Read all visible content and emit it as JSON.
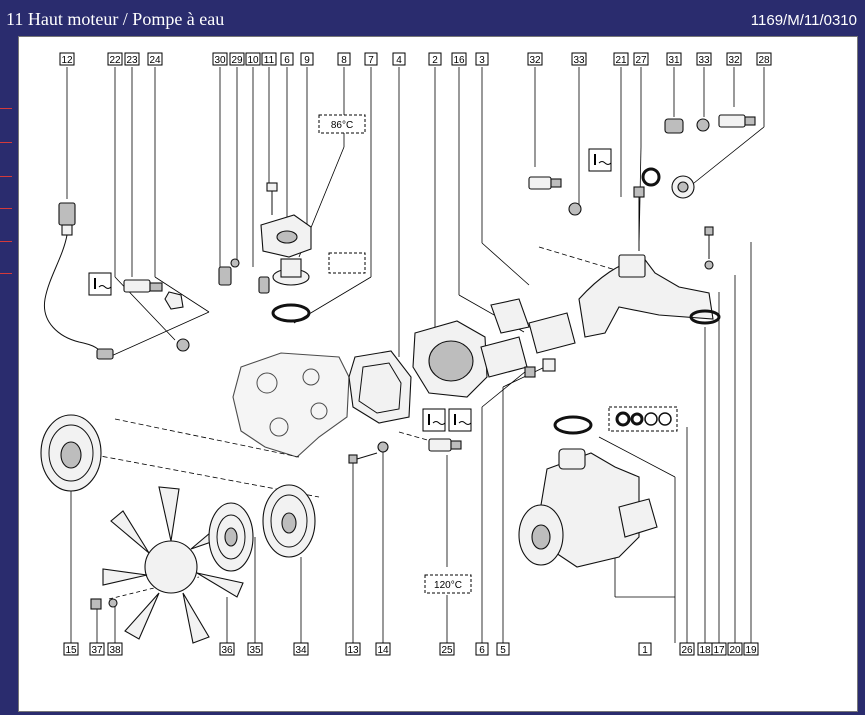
{
  "header": {
    "title": "11 Haut moteur / Pompe à eau",
    "reference": "1169/M/11/0310"
  },
  "diagram": {
    "callouts_top": [
      "12",
      "22",
      "23",
      "24",
      "30",
      "29",
      "10",
      "11",
      "6",
      "9",
      "8",
      "7",
      "4",
      "2",
      "16",
      "3",
      "32",
      "33",
      "21",
      "27",
      "31",
      "33",
      "32",
      "28"
    ],
    "callouts_bottom": [
      "15",
      "37",
      "38",
      "36",
      "35",
      "34",
      "13",
      "14",
      "25",
      "6",
      "5",
      "1",
      "26",
      "18",
      "17",
      "20",
      "19"
    ],
    "temp_labels": {
      "thermostat": "86°C",
      "sensor": "120°C"
    },
    "icons": [
      "coolant-temperature-icon"
    ]
  },
  "colors": {
    "frame": "#2a2c6e",
    "canvas": "#ffffff",
    "accent": "#d33a3a"
  }
}
